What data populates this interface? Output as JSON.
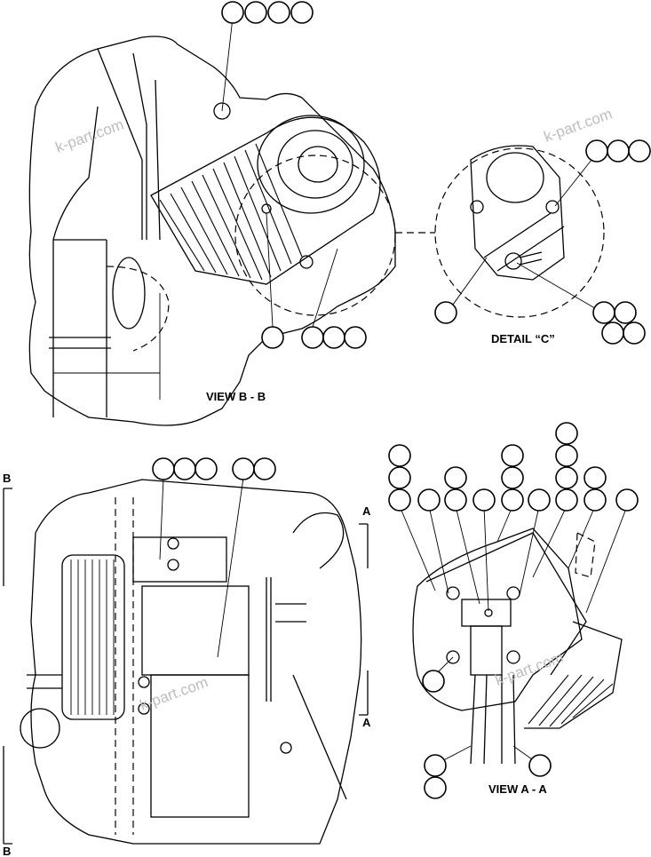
{
  "views": {
    "view_bb": "VIEW B - B",
    "detail_c": "DETAIL “C”",
    "view_aa": "VIEW A - A"
  },
  "section_markers": {
    "b_top": "B",
    "b_bottom": "B",
    "a_top": "A",
    "a_bottom": "A"
  },
  "watermark": "k-part.com"
}
